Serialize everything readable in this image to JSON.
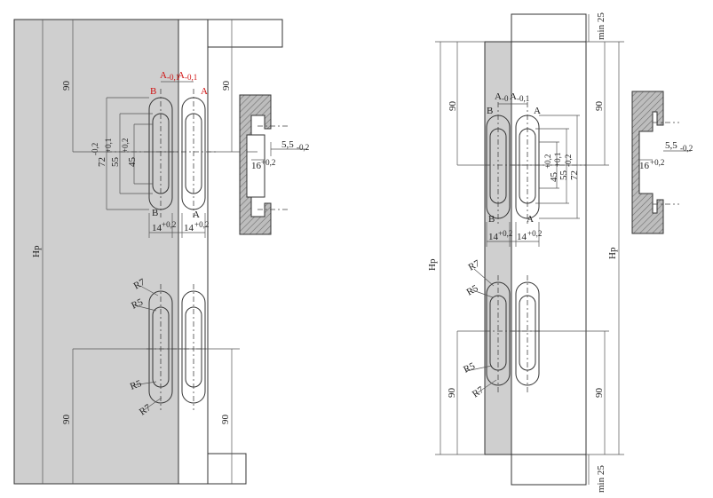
{
  "left_view": {
    "label_90_top_left": "90",
    "label_90_top_right": "90",
    "label_90_bottom_left": "90",
    "label_90_bottom_right": "90",
    "label_hp": "Hp",
    "label_a_neg": "A",
    "label_a_neg_sub": "-0,1",
    "label_a_pos": "A",
    "label_a_pos_sub": "-0,1",
    "label_b_top": "B",
    "label_a_top": "A",
    "label_b_bottom": "B",
    "label_a_bottom": "A",
    "label_72": "72",
    "label_72_sup": "-0,2",
    "label_55": "55",
    "label_55_sup": "+0,1",
    "label_45": "45",
    "label_45_sup": "+0,2",
    "label_14_left": "14",
    "label_14_left_sup": "+0,2",
    "label_14_right": "14",
    "label_14_right_sup": "+0,2",
    "label_r7_top": "R7",
    "label_r5_top": "R5",
    "label_r5_bottom": "R5",
    "label_r7_bottom": "R7",
    "section_55": "5,5",
    "section_55_sub": "-0,2",
    "section_16": "16",
    "section_16_sup": "+0,2"
  },
  "right_view": {
    "label_min25_top": "min 25",
    "label_min25_bottom": "min 25",
    "label_90_top_left": "90",
    "label_90_top_right": "90",
    "label_90_bottom_left": "90",
    "label_90_bottom_right": "90",
    "label_hp_left": "Hp",
    "label_hp_right": "Hp",
    "label_a_neg": "A",
    "label_a_neg_sub": "-0",
    "label_a_pos": "A",
    "label_a_pos_sub": "-0,1",
    "label_b_top": "B",
    "label_a_top": "A",
    "label_b_bottom": "B",
    "label_a_bottom": "A",
    "label_45": "45",
    "label_45_sup": "+0,2",
    "label_55": "55",
    "label_55_sup": "+0,1",
    "label_72": "72",
    "label_72_sup": "-0,2",
    "label_14_left": "14",
    "label_14_left_sup": "+0,2",
    "label_14_right": "14",
    "label_14_right_sup": "+0,2",
    "label_r7_top": "R7",
    "label_r5_top": "R5",
    "label_r5_bottom": "R5",
    "label_r7_bottom": "R7",
    "section_55": "5,5",
    "section_55_sub": "-0,2",
    "section_16": "16",
    "section_16_sup": "+0,2"
  },
  "colors": {
    "panel_fill": "#cfcfcf",
    "red_label": "#d01010",
    "hatch": "#9a9a9a"
  }
}
